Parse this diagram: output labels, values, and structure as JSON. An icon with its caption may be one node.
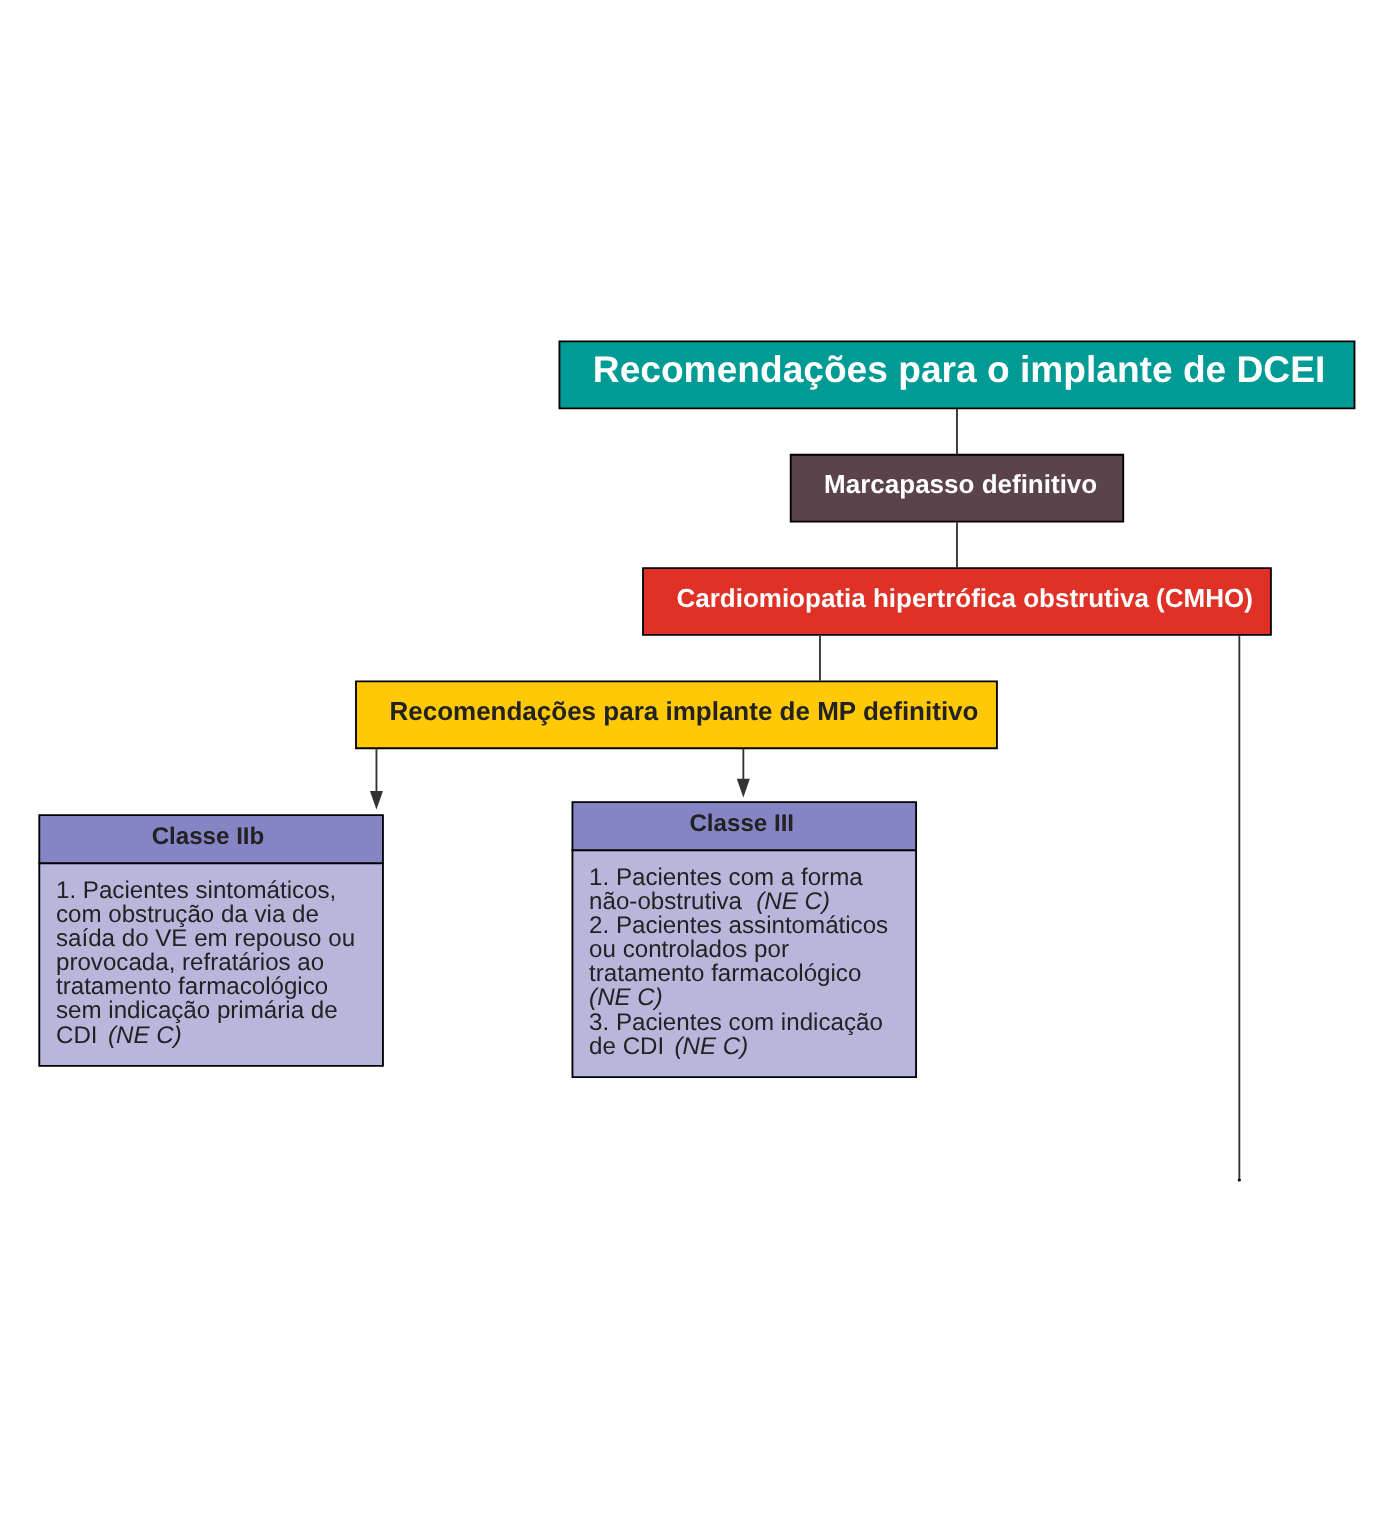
{
  "diagram": {
    "nodes": [
      {
        "text": [
          "Recomendações para o implante de DCEI"
        ]
      },
      {
        "text": [
          "Marcapasso definitivo"
        ]
      },
      {
        "text": [
          "Cardiomiopatia hipertrófica obstrutiva (CMHO)"
        ]
      },
      {
        "text": [
          "Recomendações para implante de MP definitivo"
        ]
      },
      {
        "text": [
          "Classe IIb",
          "1. Pacientes sintomáticos, com obstrução da via de saída do VE em repouso ou provocada, refratários ao tratamento farmacológico sem indicação primária de CDI *(NE C)*"
        ]
      },
      {
        "text": [
          "Classe III",
          "1. Pacientes com a forma não-obstrutiva *(NE C)*",
          "2. Pacientes assintomáticos ou controlados por tratamento farmacológico *(NE C)*",
          "3. Pacientes com indicação de CDI *(NE C)*"
        ]
      }
    ],
    "edges": [
      {
        "from": 0,
        "to": 1,
        "arrow": "none"
      },
      {
        "from": 1,
        "to": 2,
        "arrow": "none"
      },
      {
        "from": 2,
        "to": 3,
        "arrow": "none"
      },
      {
        "from": 2,
        "to": null,
        "arrow": "none"
      },
      {
        "from": 3,
        "to": 4,
        "arrow": "to"
      },
      {
        "from": 3,
        "to": 5,
        "arrow": "to"
      }
    ]
  }
}
